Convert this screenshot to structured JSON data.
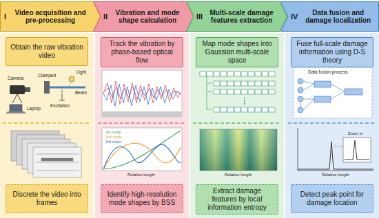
{
  "diagram": {
    "nodes": [
      {
        "text": [
          "I",
          "Video acquisition and pre-processing"
        ]
      },
      {
        "text": [
          "II",
          "Vibration and mode shape calculation"
        ]
      },
      {
        "text": [
          "III",
          "Multi-scale damage features extraction"
        ]
      },
      {
        "text": [
          "IV",
          "Data fusion and damage localization"
        ]
      },
      {
        "text": [
          "Obtain the raw vibration video"
        ]
      },
      {
        "text": [
          "Discrete the video into frames"
        ]
      },
      {
        "text": [
          "Track the vibration by phase-based optical flow"
        ]
      },
      {
        "text": [
          "Identify high-resolution mode shapes by BSS"
        ]
      },
      {
        "text": [
          "Map mode shapes into Gaussian multi-scale space"
        ]
      },
      {
        "text": [
          "Extract damage features by local information entropy"
        ]
      },
      {
        "text": [
          "Fuse full-scale damage information using D-S theory"
        ]
      },
      {
        "text": [
          "Detect peak point for damage location"
        ]
      }
    ],
    "labels": [
      "Camera",
      "Clamped",
      "Light",
      "Beam",
      "Laptop",
      "Excitation",
      "1st mode",
      "2nd mode",
      "3rd mode",
      "Relative length",
      "Relative length",
      "Data fusion process",
      "Zoom in",
      "Relative length"
    ]
  }
}
